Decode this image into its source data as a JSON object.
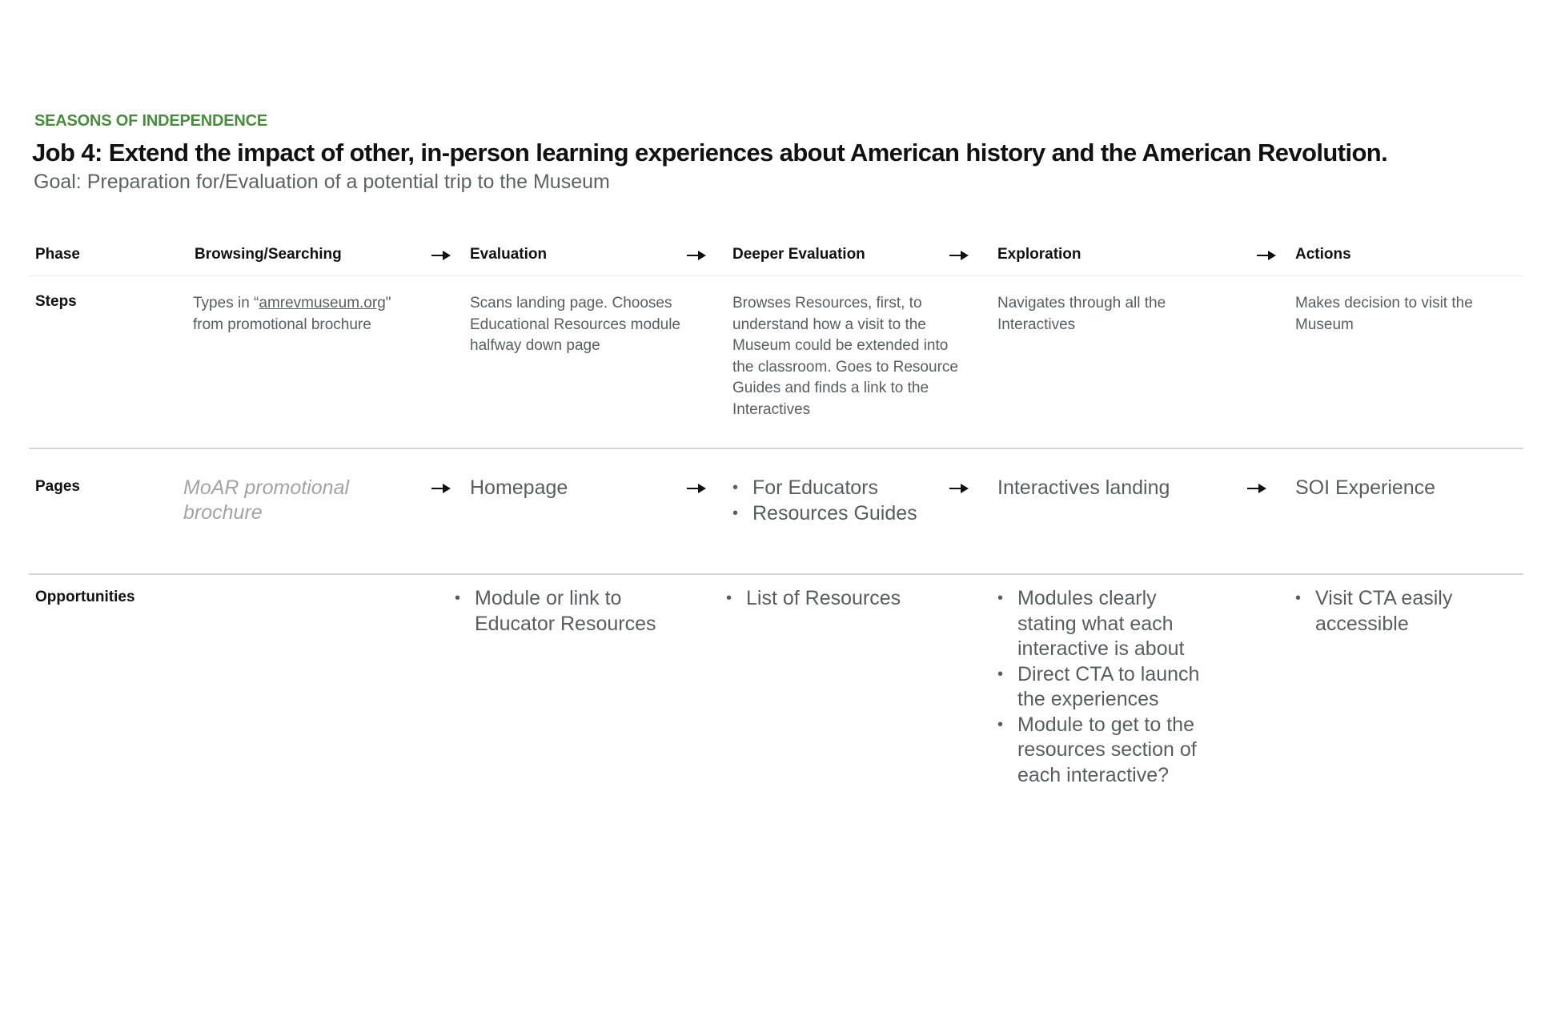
{
  "header": {
    "eyebrow": "SEASONS OF INDEPENDENCE",
    "title": "Job 4: Extend the impact of other, in-person learning experiences about American history and the American Revolution.",
    "goal": "Goal: Preparation for/Evaluation of a potential trip to the Museum"
  },
  "rows": {
    "phase": "Phase",
    "steps": "Steps",
    "pages": "Pages",
    "opportunities": "Opportunities"
  },
  "phases": [
    "Browsing/Searching",
    "Evaluation",
    "Deeper Evaluation",
    "Exploration",
    "Actions"
  ],
  "steps": {
    "browsing": {
      "prefix": "Types in “",
      "link": "amrevmuseum.org",
      "suffix": "\" from promotional brochure"
    },
    "evaluation": "Scans landing page. Chooses Educational Resources module halfway down page",
    "deeper": "Browses Resources, first, to understand how a visit to the Museum could be extended into the classroom. Goes to Resource Guides and finds a link to the Interactives",
    "exploration": "Navigates through all the Interactives",
    "actions": "Makes decision to visit the Museum"
  },
  "pages": {
    "browsing": "MoAR promotional brochure",
    "evaluation": "Homepage",
    "deeper": [
      "For Educators",
      "Resources Guides"
    ],
    "exploration": "Interactives landing",
    "actions": "SOI Experience"
  },
  "opportunities": {
    "evaluation": [
      "Module or link to Educator Resources"
    ],
    "deeper": [
      "List of Resources"
    ],
    "exploration": [
      "Modules clearly stating what each interactive is about",
      "Direct CTA to launch the experiences",
      "Module to get to the resources section of each interactive?"
    ],
    "actions": [
      "Visit CTA easily accessible"
    ]
  },
  "icons": {
    "arrow": "arrow-right-icon"
  },
  "colors": {
    "accent": "#4a8c3f",
    "text": "#111111",
    "body": "#5a5c5f",
    "muted": "#a3a3a3"
  }
}
